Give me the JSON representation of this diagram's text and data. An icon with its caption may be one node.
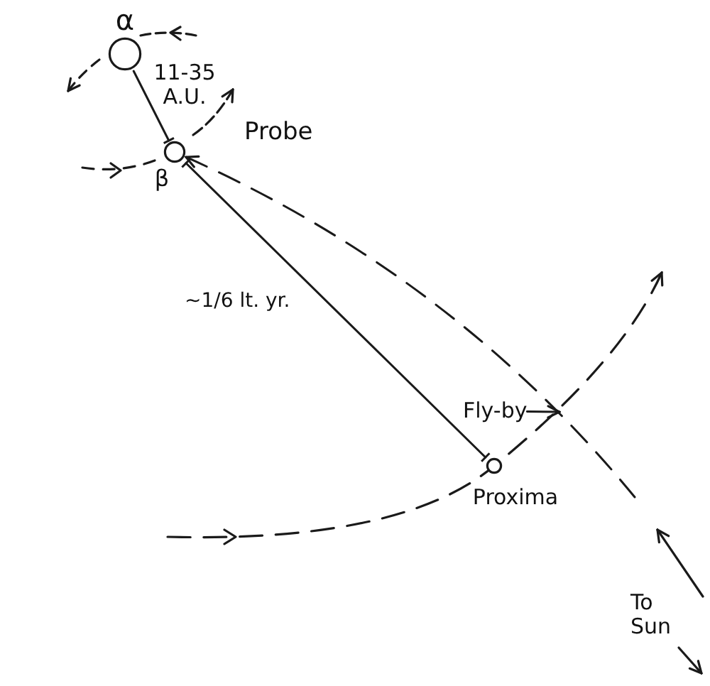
{
  "diagram": {
    "nodes": [
      {
        "text": [
          "α"
        ]
      },
      {
        "text": [
          "β"
        ]
      },
      {
        "text": [
          "Fly-by"
        ]
      },
      {
        "text": [
          "Proxima"
        ]
      }
    ],
    "edges": [
      {
        "from": 0,
        "to": 1,
        "arrow": "other",
        "label": "11-35 A.U."
      },
      {
        "from": 1,
        "to": 3,
        "arrow": "other",
        "label": "~1/6 lt. yr."
      },
      {
        "from": null,
        "to": 1,
        "arrow": "to",
        "label": "Probe",
        "style": "dashed"
      },
      {
        "from": 2,
        "to": null,
        "arrow": "to"
      }
    ],
    "labels": [
      "To Sun"
    ]
  }
}
